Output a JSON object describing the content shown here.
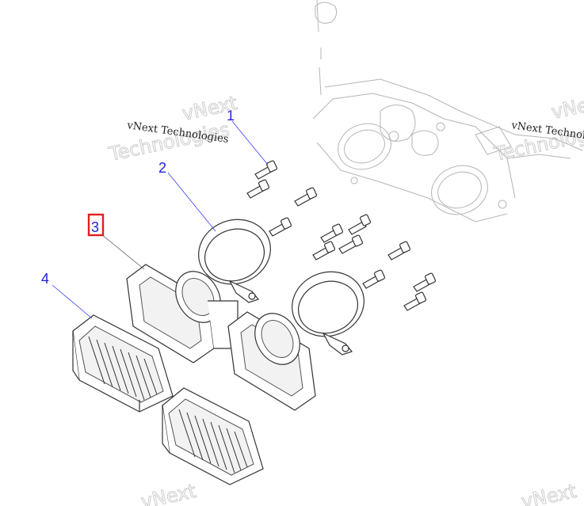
{
  "watermarks": {
    "brand": "vNext Technologies",
    "brand_line1": "vNext",
    "brand_line2": "Technologies"
  },
  "callouts": [
    {
      "number": "1",
      "color": "#2222dd",
      "highlighted": false
    },
    {
      "number": "2",
      "color": "#2222dd",
      "highlighted": false
    },
    {
      "number": "3",
      "color": "#2222dd",
      "highlighted": true,
      "highlight_color": "#e01f1f"
    },
    {
      "number": "4",
      "color": "#2222dd",
      "highlighted": false
    }
  ],
  "parts": [
    {
      "callout": "1",
      "kind": "bolt"
    },
    {
      "callout": "2",
      "kind": "clamp"
    },
    {
      "callout": "3",
      "kind": "reed-valve-spacer"
    },
    {
      "callout": "4",
      "kind": "reed-valve"
    }
  ]
}
